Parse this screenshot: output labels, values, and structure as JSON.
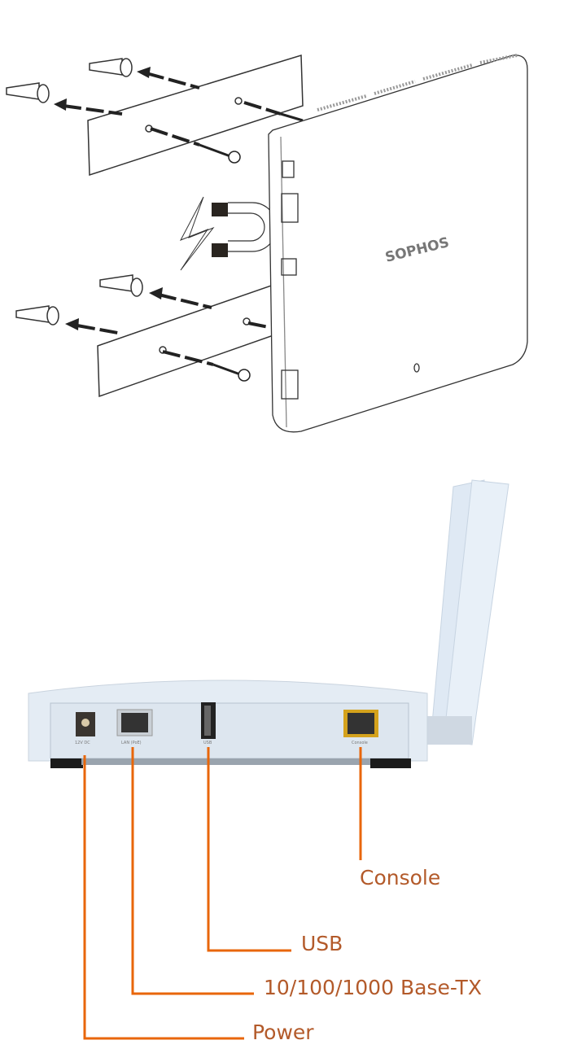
{
  "mounting_illustration": {
    "logo_text": "SOPHOS"
  },
  "device_ports": [
    {
      "label": "12V DC"
    },
    {
      "label": "LAN (PoE)"
    },
    {
      "label": "USB"
    },
    {
      "label": "Console"
    }
  ],
  "callouts": {
    "console": "Console",
    "usb": "USB",
    "lan": "10/100/1000 Base-TX",
    "power": "Power"
  },
  "colors": {
    "callout_line": "#e8660a",
    "callout_text": "#b35a2a",
    "console_port": "#d4a21c"
  }
}
